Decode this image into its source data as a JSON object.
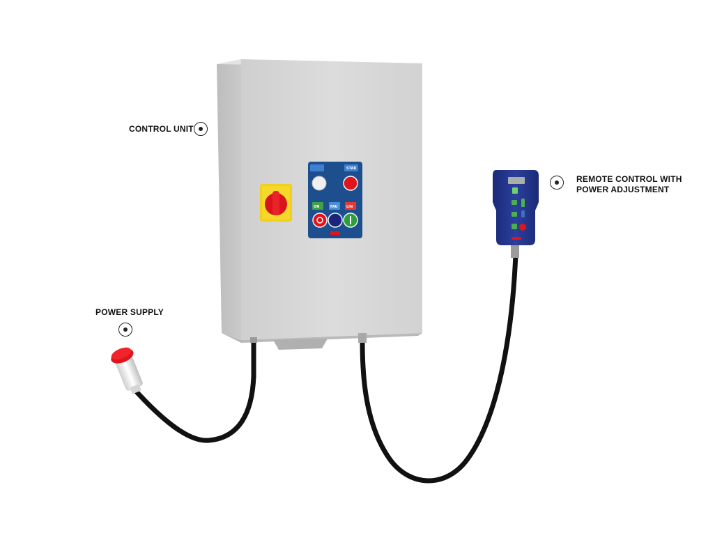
{
  "labels": {
    "control_unit": "CONTROL UNIT",
    "remote_control_line1": "REMOTE CONTROL WITH",
    "remote_control_line2": "POWER ADJUSTMENT",
    "power_supply": "POWER SUPPLY"
  },
  "panel_buttons": {
    "start": "START\n(R)",
    "on": "ON\nAUT",
    "fau": "FAU",
    "lin": "LIN\nTIG"
  },
  "colors": {
    "cabinet": "#d6d6d6",
    "panel": "#1d4f8f",
    "switch_plate": "#f4d21f",
    "switch_knob": "#e0141b",
    "remote_body": "#23348a",
    "cable": "#111111",
    "plug_cap": "#e0141b"
  },
  "icons": {
    "hotspot": "circle-dot-icon"
  }
}
